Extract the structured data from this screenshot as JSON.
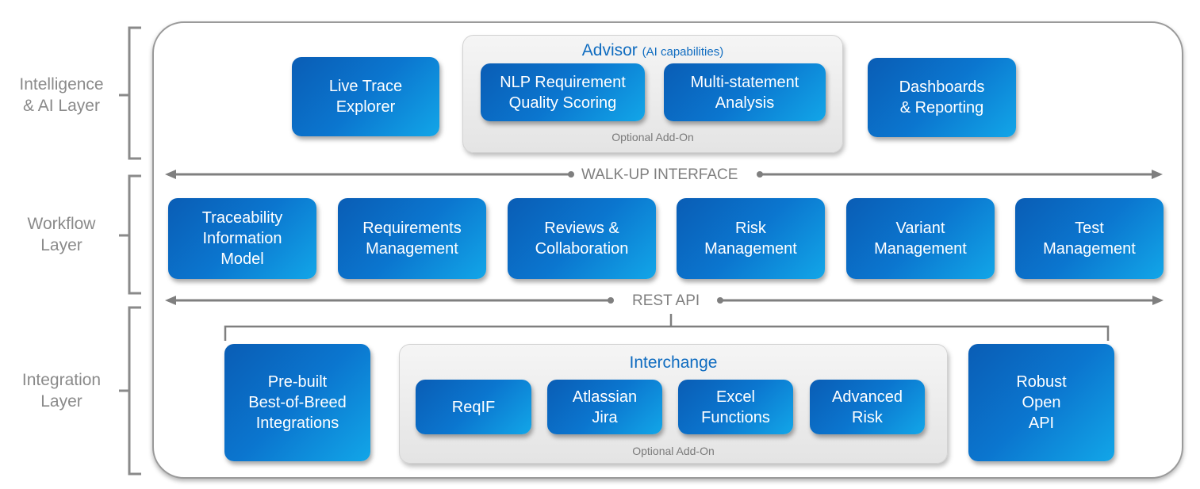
{
  "layers": {
    "intelligence": "Intelligence\n& AI Layer",
    "workflow": "Workflow\nLayer",
    "integration": "Integration\nLayer"
  },
  "intelligence": {
    "live_trace": "Live Trace\nExplorer",
    "advisor_title": "Advisor",
    "advisor_subtitle": "(AI capabilities)",
    "nlp": "NLP Requirement\nQuality Scoring",
    "multi_statement": "Multi-statement\nAnalysis",
    "advisor_note": "Optional Add-On",
    "dashboards": "Dashboards\n& Reporting"
  },
  "walkup_label": "WALK-UP INTERFACE",
  "workflow": {
    "items": [
      "Traceability\nInformation\nModel",
      "Requirements\nManagement",
      "Reviews &\nCollaboration",
      "Risk\nManagement",
      "Variant\nManagement",
      "Test\nManagement"
    ]
  },
  "rest_label": "REST API",
  "integration": {
    "prebuilt": "Pre-built\nBest-of-Breed\nIntegrations",
    "interchange_title": "Interchange",
    "reqif": "ReqIF",
    "jira": "Atlassian\nJira",
    "excel": "Excel\nFunctions",
    "advanced_risk": "Advanced\nRisk",
    "interchange_note": "Optional Add-On",
    "open_api": "Robust\nOpen\nAPI"
  },
  "colors": {
    "box_dark": "#0a5db5",
    "box_light": "#12a6e8",
    "title_blue": "#0f6cc0",
    "gray_text": "#8a8a8a"
  }
}
